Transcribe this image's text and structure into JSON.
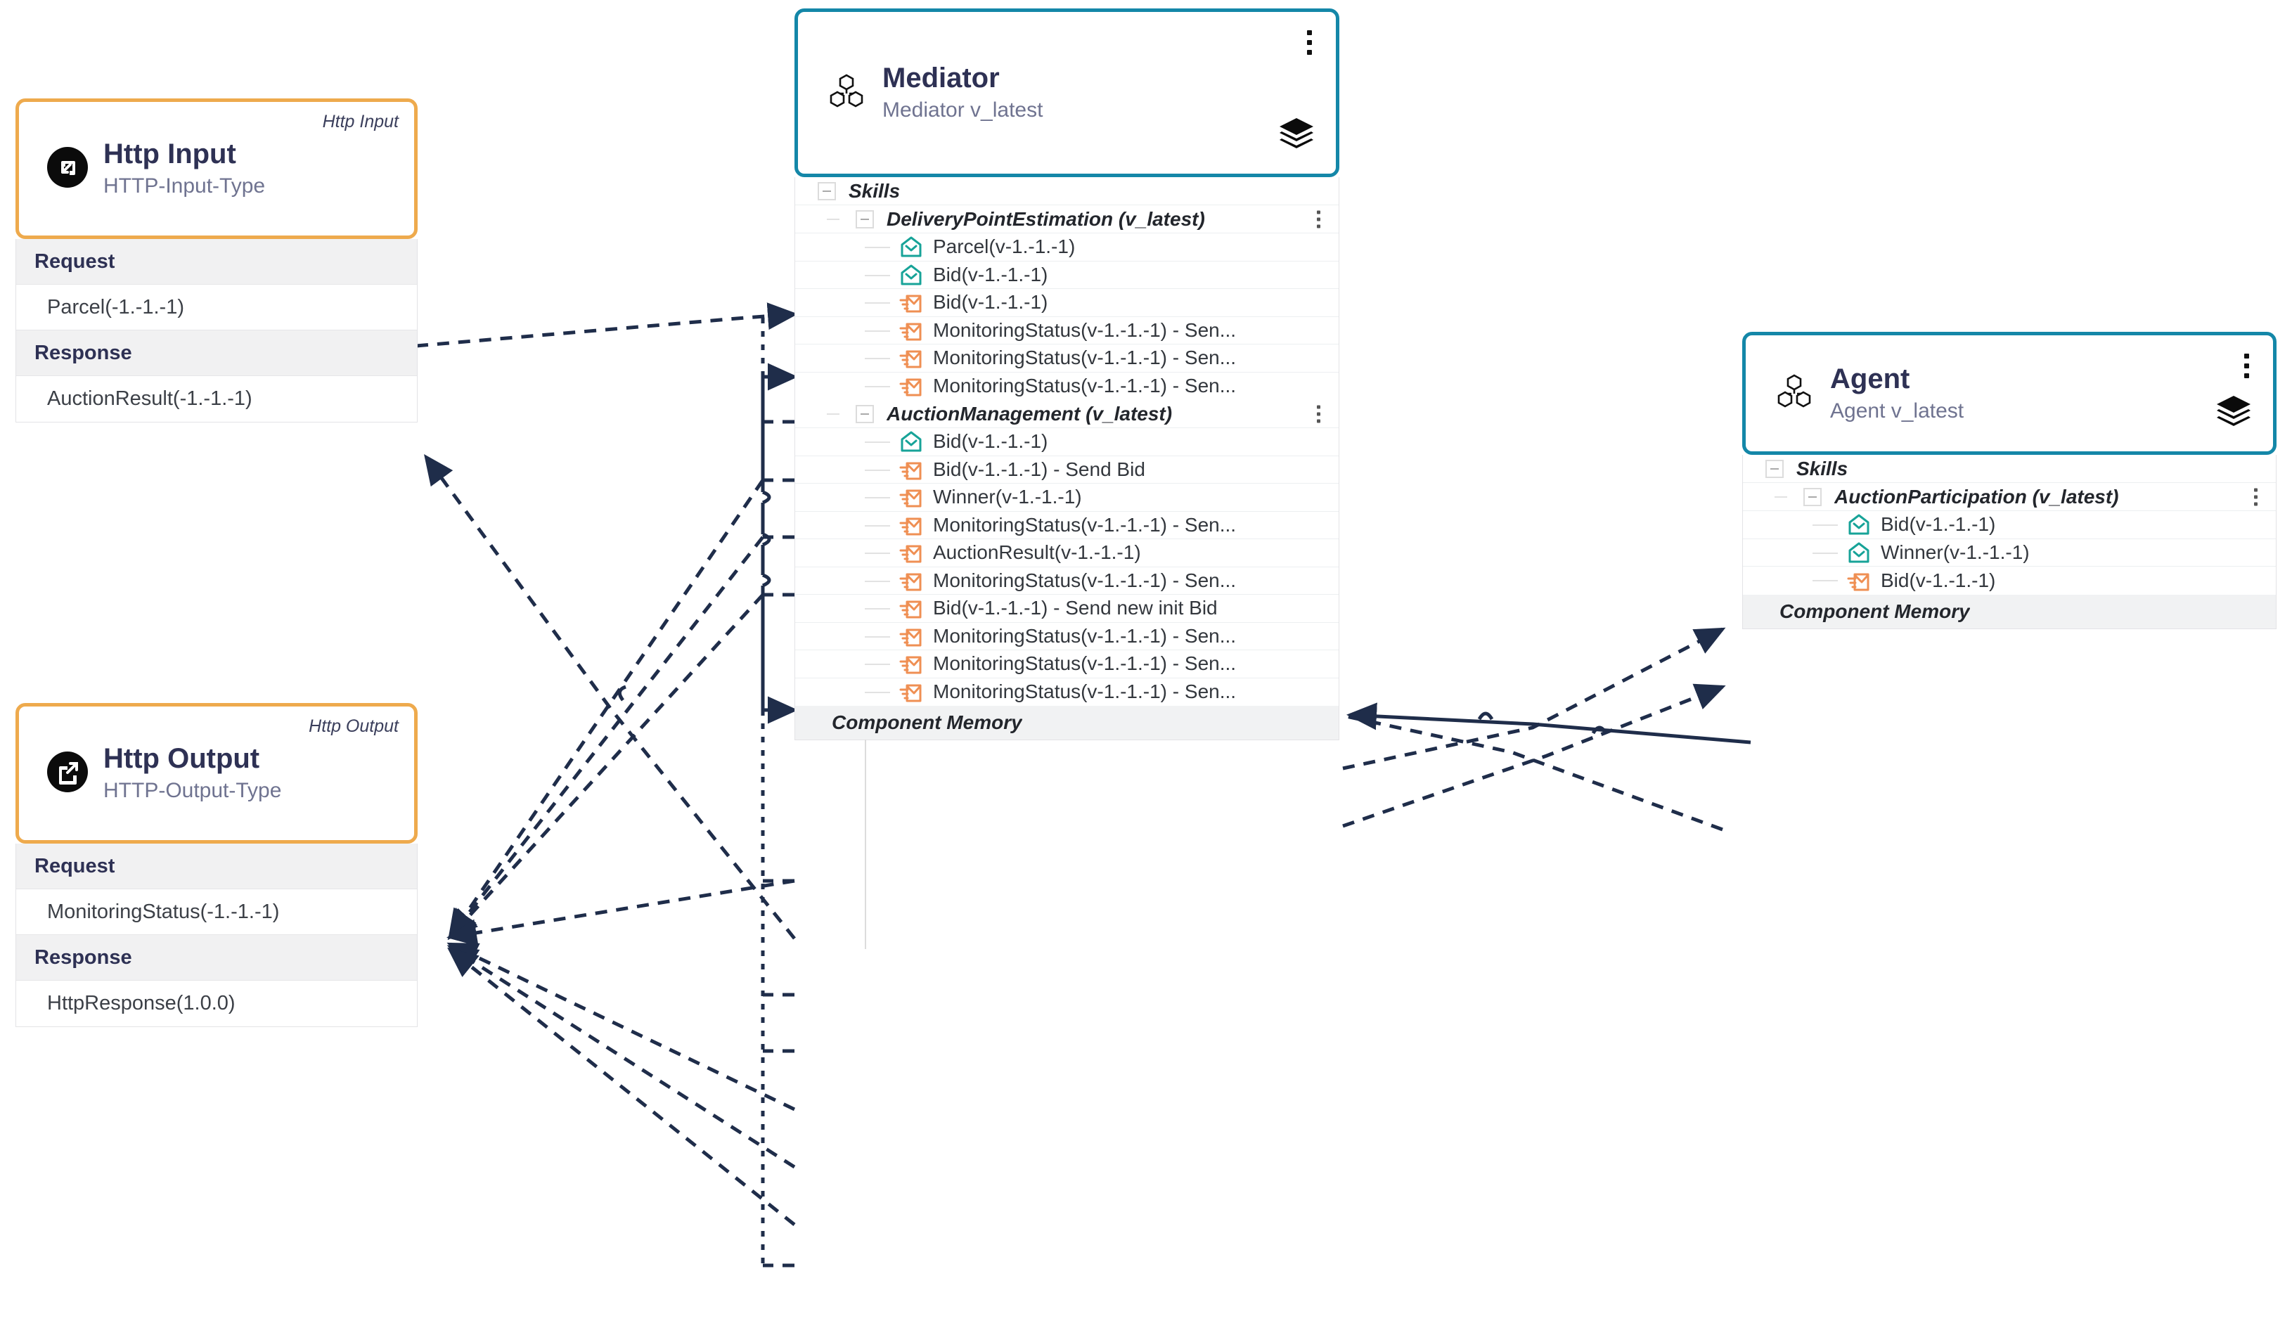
{
  "colors": {
    "accent_teal": "#1487a8",
    "accent_orange": "#eeaa4d",
    "edge": "#1f2d4a",
    "icon_receive": "#17a398",
    "icon_send": "#ef8f53",
    "header_title": "#2e3154",
    "header_sub": "#6f7390"
  },
  "nodes": {
    "http_input": {
      "corner_label": "Http Input",
      "title": "Http Input",
      "subtitle": "HTTP-Input-Type",
      "icon": "http-input-icon",
      "sections": [
        {
          "header": "Request",
          "value": "Parcel(-1.-1.-1)"
        },
        {
          "header": "Response",
          "value": "AuctionResult(-1.-1.-1)"
        }
      ]
    },
    "http_output": {
      "corner_label": "Http Output",
      "title": "Http Output",
      "subtitle": "HTTP-Output-Type",
      "icon": "http-output-icon",
      "sections": [
        {
          "header": "Request",
          "value": "MonitoringStatus(-1.-1.-1)"
        },
        {
          "header": "Response",
          "value": "HttpResponse(1.0.0)"
        }
      ]
    },
    "mediator": {
      "title": "Mediator",
      "subtitle": "Mediator v_latest",
      "icon": "components-icon",
      "kebab": "more-options-icon",
      "stack": "layers-icon",
      "skills_label": "Skills",
      "memory_label": "Component Memory",
      "skills": [
        {
          "name": "DeliveryPointEstimation (v_latest)",
          "messages": [
            {
              "dir": "receive",
              "label": "Parcel(v-1.-1.-1)"
            },
            {
              "dir": "receive",
              "label": "Bid(v-1.-1.-1)"
            },
            {
              "dir": "send",
              "label": "Bid(v-1.-1.-1)"
            },
            {
              "dir": "send",
              "label": "MonitoringStatus(v-1.-1.-1) - Sen..."
            },
            {
              "dir": "send",
              "label": "MonitoringStatus(v-1.-1.-1) - Sen..."
            },
            {
              "dir": "send",
              "label": "MonitoringStatus(v-1.-1.-1) - Sen..."
            }
          ]
        },
        {
          "name": "AuctionManagement (v_latest)",
          "messages": [
            {
              "dir": "receive",
              "label": "Bid(v-1.-1.-1)"
            },
            {
              "dir": "send",
              "label": "Bid(v-1.-1.-1) - Send Bid"
            },
            {
              "dir": "send",
              "label": "Winner(v-1.-1.-1)"
            },
            {
              "dir": "send",
              "label": "MonitoringStatus(v-1.-1.-1) - Sen..."
            },
            {
              "dir": "send",
              "label": "AuctionResult(v-1.-1.-1)"
            },
            {
              "dir": "send",
              "label": "MonitoringStatus(v-1.-1.-1) - Sen..."
            },
            {
              "dir": "send",
              "label": "Bid(v-1.-1.-1) - Send new init Bid"
            },
            {
              "dir": "send",
              "label": "MonitoringStatus(v-1.-1.-1) - Sen..."
            },
            {
              "dir": "send",
              "label": "MonitoringStatus(v-1.-1.-1) - Sen..."
            },
            {
              "dir": "send",
              "label": "MonitoringStatus(v-1.-1.-1) - Sen..."
            }
          ]
        }
      ]
    },
    "agent": {
      "title": "Agent",
      "subtitle": "Agent v_latest",
      "icon": "components-icon",
      "kebab": "more-options-icon",
      "stack": "layers-icon",
      "skills_label": "Skills",
      "memory_label": "Component Memory",
      "skills": [
        {
          "name": "AuctionParticipation (v_latest)",
          "messages": [
            {
              "dir": "receive",
              "label": "Bid(v-1.-1.-1)"
            },
            {
              "dir": "receive",
              "label": "Winner(v-1.-1.-1)"
            },
            {
              "dir": "send",
              "label": "Bid(v-1.-1.-1)"
            }
          ]
        }
      ]
    }
  }
}
